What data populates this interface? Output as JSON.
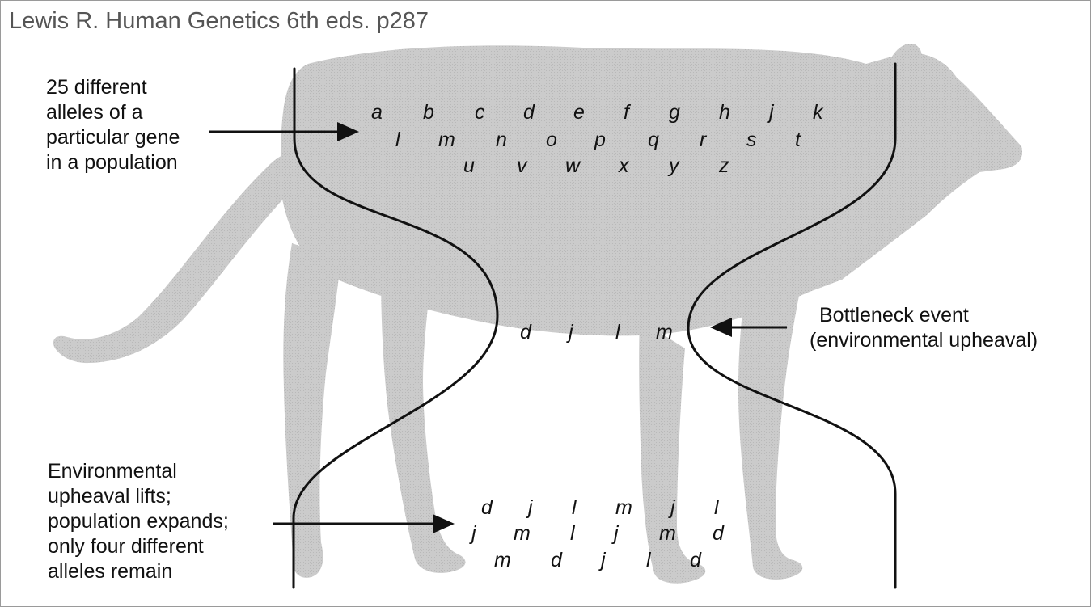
{
  "source": "Lewis R. Human Genetics 6th eds. p287",
  "labels": {
    "initial": [
      "25 different",
      "alleles of a",
      "particular gene",
      "in a population"
    ],
    "bottleneck": [
      "Bottleneck event",
      "(environmental upheaval)"
    ],
    "expansion": [
      "Environmental",
      "upheaval lifts;",
      "population expands;",
      "only four different",
      "alleles remain"
    ]
  },
  "alleles": {
    "initial": [
      [
        "a",
        "b",
        "c",
        "d",
        "e",
        "f",
        "g",
        "h",
        "j",
        "k"
      ],
      [
        "l",
        "m",
        "n",
        "o",
        "p",
        "q",
        "r",
        "s",
        "t"
      ],
      [
        "u",
        "v",
        "w",
        "x",
        "y",
        "z"
      ]
    ],
    "bottleneck": [
      "d",
      "j",
      "l",
      "m"
    ],
    "expanded": [
      [
        "d",
        "j",
        "l",
        "m",
        "j",
        "l"
      ],
      [
        "j",
        "m",
        "l",
        "j",
        "m",
        "d"
      ],
      [
        "m",
        "d",
        "j",
        "l",
        "d"
      ]
    ]
  },
  "colors": {
    "silhouette": "#cbcbcb",
    "lines": "#111111",
    "citation": "#555555"
  }
}
